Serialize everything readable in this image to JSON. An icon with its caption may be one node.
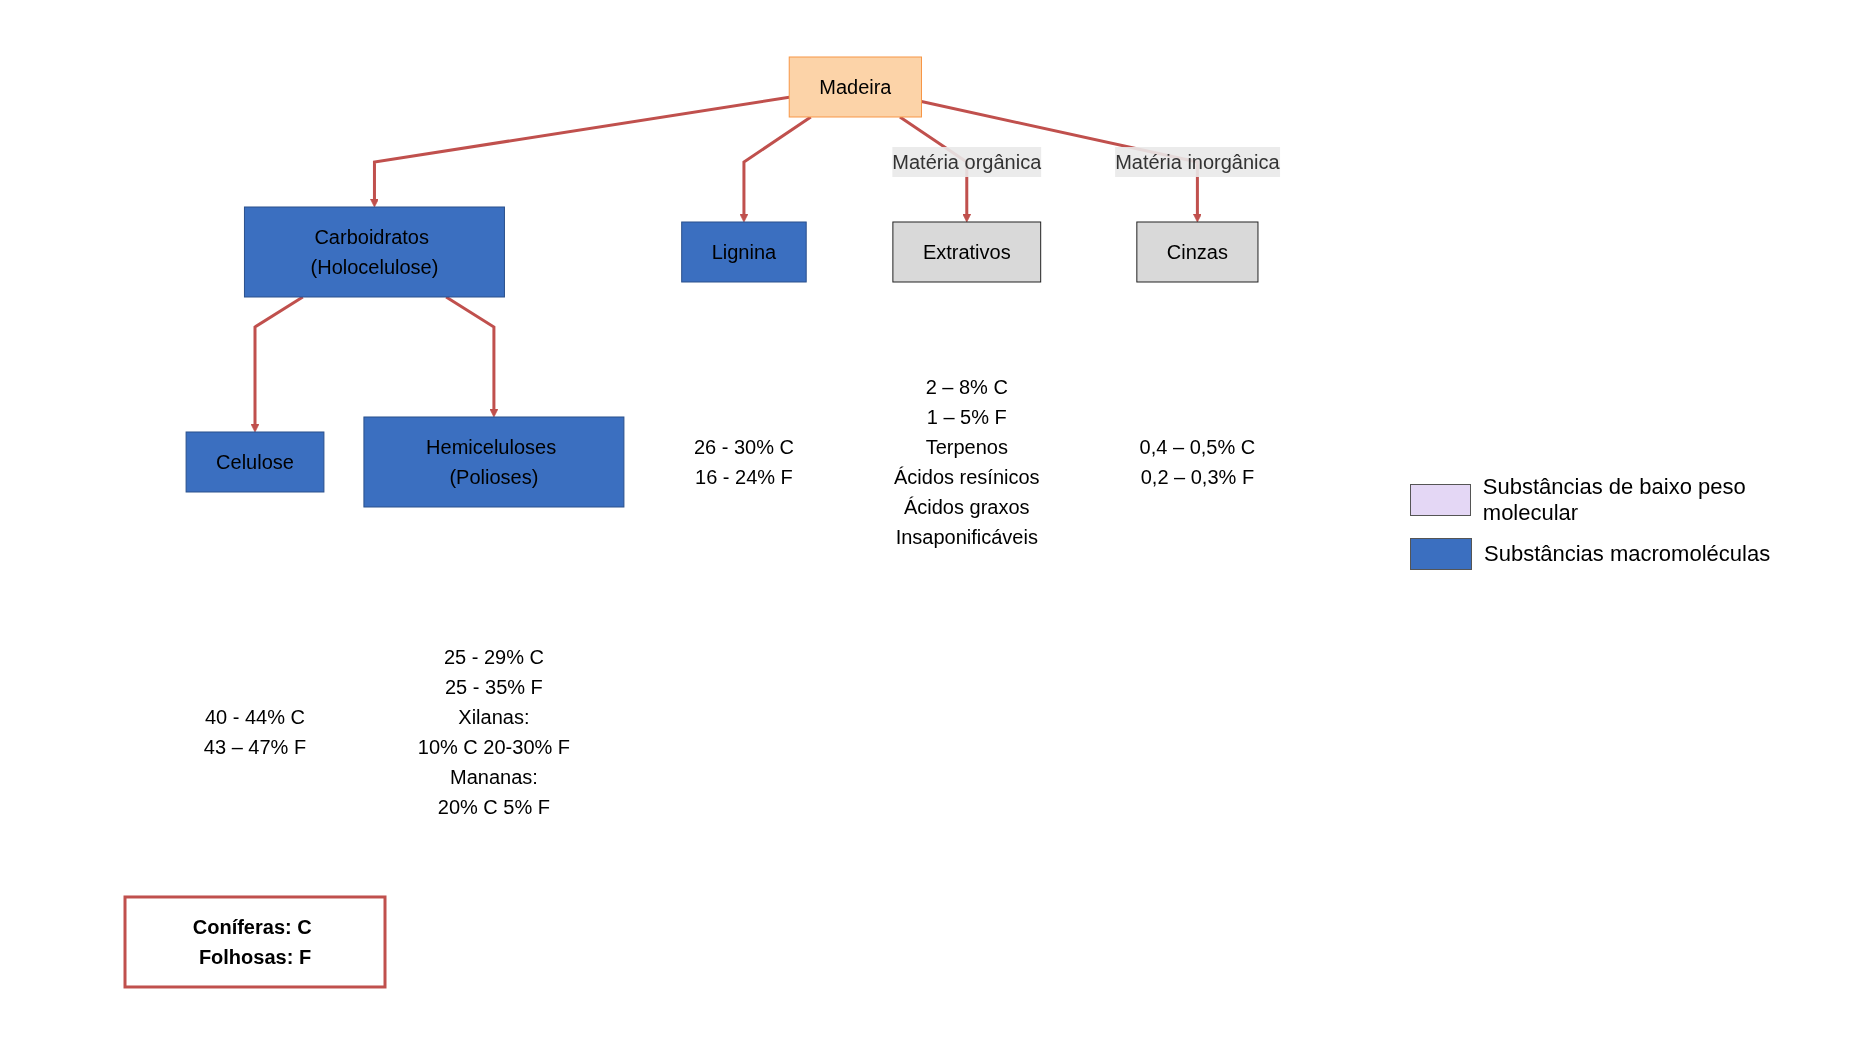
{
  "diagram": {
    "nodes": [
      {
        "text": [
          "Madeira"
        ]
      },
      {
        "text": [
          "Lignina"
        ],
        "beside": [
          "26 - 30% C",
          "16 - 24% F"
        ]
      },
      {
        "text": [
          "Carboidratos (Holocelulose)"
        ]
      },
      {
        "text": [
          "Celulose"
        ],
        "beside": [
          "40 - 44% C",
          "43 – 47% F"
        ]
      },
      {
        "text": [
          "Hemiceluloses (Polioses)"
        ],
        "beside": [
          "25 - 29% C",
          "25 - 35% F",
          "Xilanas:",
          "10% C  20-30% F",
          "Mananas:",
          "20% C  5% F"
        ]
      },
      {
        "text": [
          "Extrativos"
        ],
        "beside": [
          "2 – 8% C",
          "1 – 5% F",
          "Terpenos",
          "Ácidos resínicos",
          "Ácidos graxos",
          "Insaponificáveis"
        ]
      },
      {
        "text": [
          "Cinzas"
        ],
        "beside": [
          "0,4 – 0,5% C",
          "0,2 – 0,3% F"
        ]
      },
      {
        "text": [
          "Coníferas: C Folhosas: F"
        ]
      }
    ],
    "edges": [
      {
        "from": 0,
        "to": 1,
        "arrow": "to"
      },
      {
        "from": 0,
        "to": 2,
        "arrow": "to"
      },
      {
        "from": 0,
        "to": 5,
        "label": "Matéria orgânica",
        "arrow": "to"
      },
      {
        "from": 0,
        "to": 6,
        "label": "Matéria inorgânica",
        "arrow": "to"
      },
      {
        "from": 2,
        "to": 3,
        "arrow": "to"
      },
      {
        "from": 2,
        "to": 4,
        "arrow": "to"
      }
    ],
    "legend": [
      {
        "text": "Substâncias de baixo peso molecular",
        "color": "#e4d7f5"
      },
      {
        "text": "Substâncias macromoléculas",
        "color": "#3b6fc0"
      }
    ]
  }
}
